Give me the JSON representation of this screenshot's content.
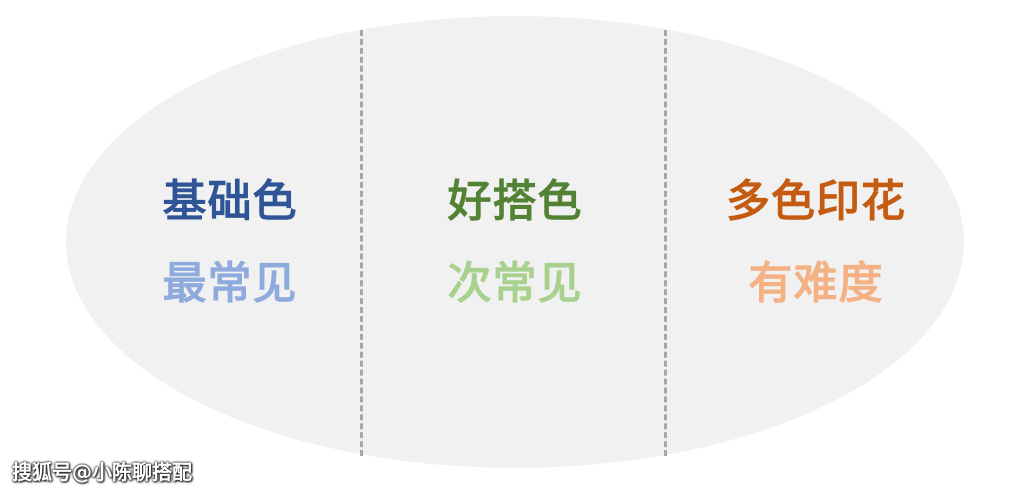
{
  "columns": [
    {
      "title": "基础色",
      "subtitle": "最常见",
      "title_color": "#2f5597",
      "subtitle_color": "#8faadc"
    },
    {
      "title": "好搭色",
      "subtitle": "次常见",
      "title_color": "#548235",
      "subtitle_color": "#a9d18e"
    },
    {
      "title": "多色印花",
      "subtitle": "有难度",
      "title_color": "#c55a11",
      "subtitle_color": "#f4b183"
    }
  ],
  "watermark": "搜狐号@小陈聊搭配"
}
